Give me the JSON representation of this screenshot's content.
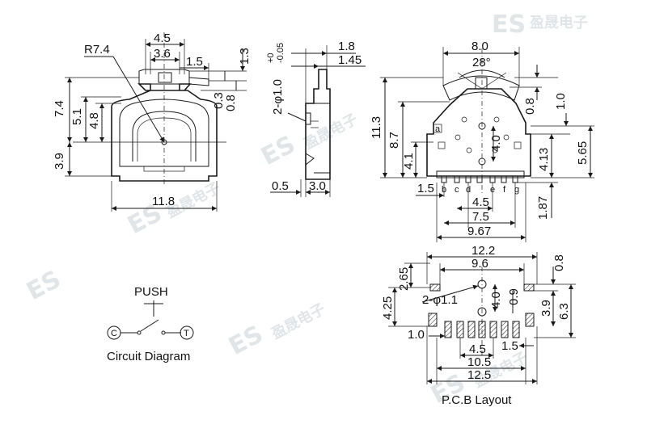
{
  "watermark": {
    "text": "ES",
    "cjk": "盈晟电子"
  },
  "front_view": {
    "dims": {
      "w_top_outer": "4.5",
      "w_top_inner": "3.6",
      "w_top_right": "1.5",
      "radius": "R7.4",
      "h_total": "7.4",
      "h_mid": "5.1",
      "h_inner": "4.8",
      "h_base": "3.9",
      "width": "11.8",
      "h_top": "1.3",
      "h_step1": "0.3",
      "h_step2": "0.8"
    }
  },
  "side_view": {
    "dims": {
      "w_top": "1.8",
      "w_mid": "1.45",
      "pin_dia": "2-φ1.0",
      "tol_plus": "+0",
      "tol_minus": "-0.05",
      "w_foot": "0.5",
      "w_body": "3.0"
    }
  },
  "rear_view": {
    "dims": {
      "w_top": "8.0",
      "angle": "28°",
      "h_total": "11.3",
      "h_body": "8.7",
      "h_low": "4.1",
      "h_mid": "4.0",
      "h_step": "0.8",
      "h_right": "1.0",
      "h_right2": "5.65",
      "h_right3": "4.13",
      "pitch_edge": "1.5",
      "pitch": "4.5",
      "span": "7.5",
      "span_outer": "9.67",
      "h_pin": "1.87"
    },
    "pins": [
      "a",
      "b",
      "c",
      "d",
      "e",
      "f",
      "g"
    ]
  },
  "circuit": {
    "push_label": "PUSH",
    "c_label": "C",
    "t_label": "T",
    "caption": "Circuit Diagram"
  },
  "pcb": {
    "dims": {
      "w_outer": "12.2",
      "w_inner": "9.6",
      "h_left": "2.65",
      "hole": "2-φ1.1",
      "h_center": "4.0",
      "h_right_small": "0.9",
      "h_right_top": "0.8",
      "h_right_mid": "3.9",
      "h_right": "6.3",
      "h_left_low": "4.25",
      "w_left": "1.0",
      "w_right": "1.5",
      "pitch": "4.5",
      "span": "10.5",
      "span_outer": "12.5"
    },
    "caption": "P.C.B Layout"
  }
}
